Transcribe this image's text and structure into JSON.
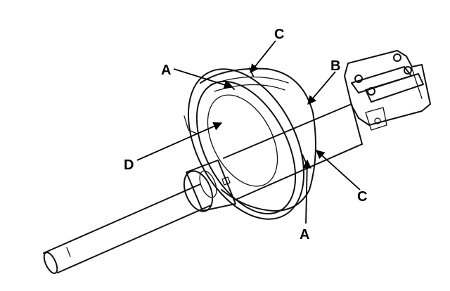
{
  "diagram": {
    "labels": {
      "a_upper": "A",
      "a_lower": "A",
      "b": "B",
      "c_upper": "C",
      "c_lower": "C",
      "d": "D"
    }
  }
}
